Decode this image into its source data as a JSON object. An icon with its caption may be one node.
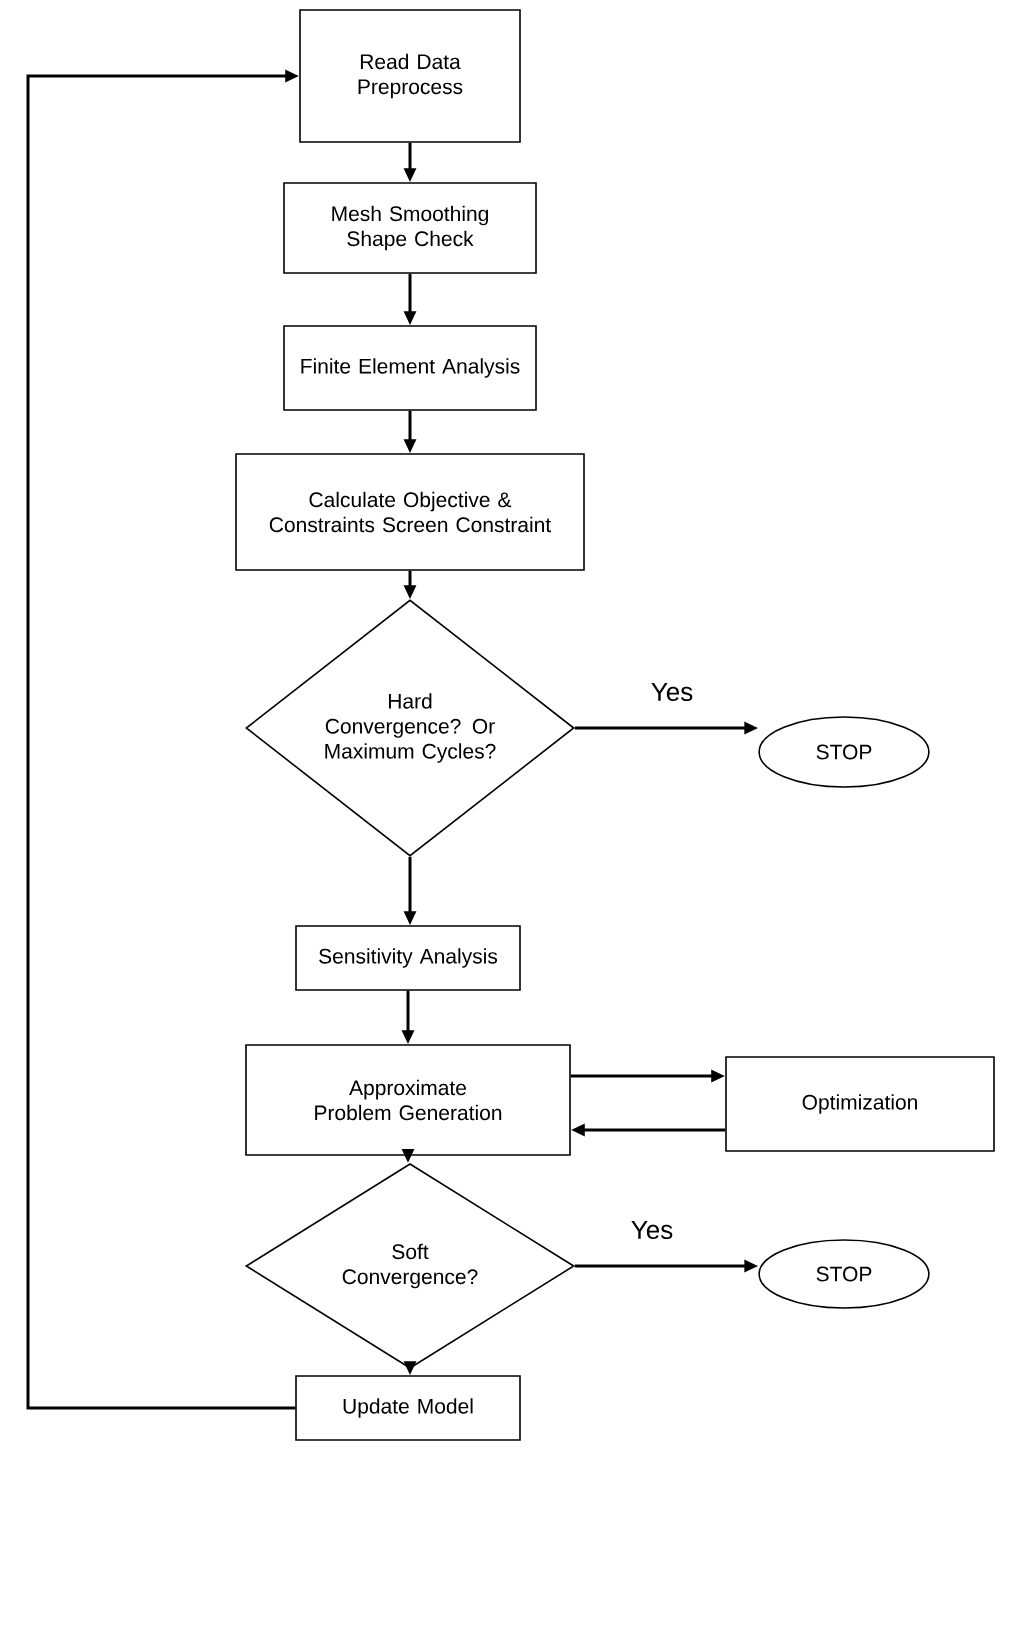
{
  "diagram": {
    "nodes": [
      {
        "text": [
          "Read Data Preprocess"
        ]
      },
      {
        "text": [
          "Mesh Smoothing Shape Check"
        ]
      },
      {
        "text": [
          "Finite Element Analysis"
        ]
      },
      {
        "text": [
          "Calculate Objective & Constraints Screen Constraint"
        ]
      },
      {
        "text": [
          "Hard Convergence? Or Maximum Cycles?"
        ]
      },
      {
        "text": [
          "STOP"
        ]
      },
      {
        "text": [
          "Sensitivity Analysis"
        ]
      },
      {
        "text": [
          "Approximate Problem Generation"
        ]
      },
      {
        "text": [
          "Optimization"
        ]
      },
      {
        "text": [
          "Soft Convergence?"
        ]
      },
      {
        "text": [
          "STOP"
        ]
      },
      {
        "text": [
          "Update Model"
        ]
      }
    ],
    "edges": [
      {
        "from": 0,
        "to": 1,
        "arrow": "to"
      },
      {
        "from": 1,
        "to": 2,
        "arrow": "to"
      },
      {
        "from": 2,
        "to": 3,
        "arrow": "to"
      },
      {
        "from": 3,
        "to": 4,
        "arrow": "to"
      },
      {
        "from": 4,
        "to": 5,
        "arrow": "to",
        "label": "Yes"
      },
      {
        "from": 4,
        "to": 6,
        "arrow": "to"
      },
      {
        "from": 6,
        "to": 7,
        "arrow": "to"
      },
      {
        "from": 7,
        "to": 8,
        "arrow": "to"
      },
      {
        "from": 8,
        "to": 7,
        "arrow": "to"
      },
      {
        "from": 7,
        "to": 9,
        "arrow": "to"
      },
      {
        "from": 9,
        "to": 10,
        "arrow": "to",
        "label": "Yes"
      },
      {
        "from": 9,
        "to": 11,
        "arrow": "to"
      },
      {
        "from": 11,
        "to": 0,
        "arrow": "to"
      }
    ]
  }
}
